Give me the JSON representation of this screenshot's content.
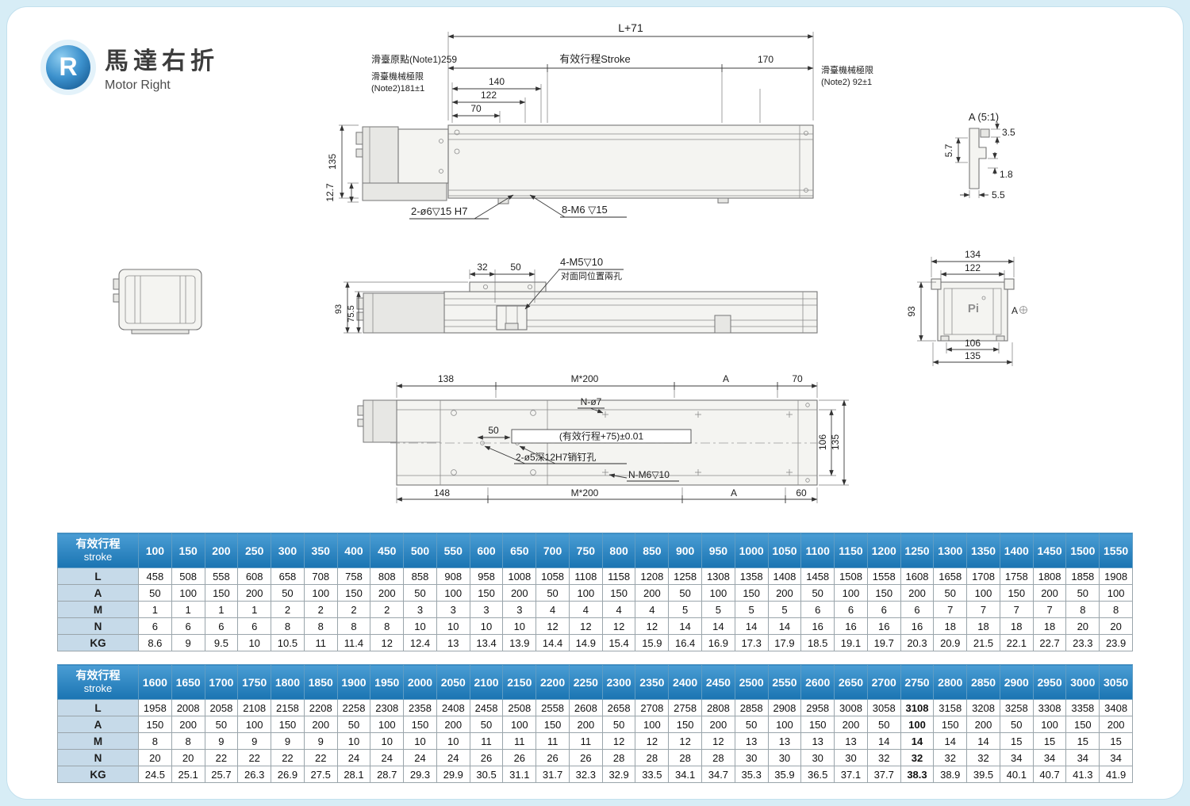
{
  "page": {
    "badge": "R",
    "title_zh": "馬達右折",
    "title_en": "Motor Right"
  },
  "colors": {
    "header_blue": "#1d7ec2",
    "page_bg": "#d7edf6",
    "badge_blue": "#2f86c4",
    "row_label_bg": "#c6dae9"
  },
  "top_view": {
    "dim_total": "L+71",
    "origin_label": "滑臺原點(Note1)259",
    "stroke_label": "有效行程Stroke",
    "dim_170": "170",
    "limit_left_line1": "滑臺機械極限",
    "limit_left_line2": "(Note2)181±1",
    "limit_right_line1": "滑臺機械極限",
    "limit_right_line2": "(Note2) 92±1",
    "dim_140": "140",
    "dim_122": "122",
    "dim_70": "70",
    "dim_135": "135",
    "dim_12_7": "12.7",
    "label_counterbore": "2-ø6▽15 H7",
    "label_tap": "8-M6 ▽15"
  },
  "detail_a": {
    "title": "A (5:1)",
    "dim_3_5": "3.5",
    "dim_5_7": "5.7",
    "dim_1_8": "1.8",
    "dim_5_5": "5.5"
  },
  "front_view": {
    "dim_32": "32",
    "dim_50": "50",
    "label_tap": "4-M5▽10",
    "label_tap_note": "对面同位置兩孔",
    "dim_93": "93",
    "dim_75_5": "75.5"
  },
  "end_view": {
    "dim_134": "134",
    "dim_122": "122",
    "dim_93": "93",
    "dim_106": "106",
    "dim_135": "135",
    "logo": "Pi",
    "view_label": "A"
  },
  "plan_view": {
    "dim_138": "138",
    "dim_m200_top": "M*200",
    "dim_a_top": "A",
    "dim_70": "70",
    "label_holes_top": "N-ø7",
    "dim_50": "50",
    "tolerance_label": "(有效行程+75)±0.01",
    "label_pin_holes": "2-ø5深12H7销钉孔",
    "label_holes_bottom": "N-M6▽10",
    "dim_148": "148",
    "dim_m200_bottom": "M*200",
    "dim_a_bottom": "A",
    "dim_60": "60",
    "dim_106": "106",
    "dim_135": "135"
  },
  "table1": {
    "header_zh": "有效行程",
    "header_en": "stroke",
    "columns": [
      "100",
      "150",
      "200",
      "250",
      "300",
      "350",
      "400",
      "450",
      "500",
      "550",
      "600",
      "650",
      "700",
      "750",
      "800",
      "850",
      "900",
      "950",
      "1000",
      "1050",
      "1100",
      "1150",
      "1200",
      "1250",
      "1300",
      "1350",
      "1400",
      "1450",
      "1500",
      "1550"
    ],
    "rows": [
      {
        "label": "L",
        "values": [
          "458",
          "508",
          "558",
          "608",
          "658",
          "708",
          "758",
          "808",
          "858",
          "908",
          "958",
          "1008",
          "1058",
          "1108",
          "1158",
          "1208",
          "1258",
          "1308",
          "1358",
          "1408",
          "1458",
          "1508",
          "1558",
          "1608",
          "1658",
          "1708",
          "1758",
          "1808",
          "1858",
          "1908"
        ]
      },
      {
        "label": "A",
        "values": [
          "50",
          "100",
          "150",
          "200",
          "50",
          "100",
          "150",
          "200",
          "50",
          "100",
          "150",
          "200",
          "50",
          "100",
          "150",
          "200",
          "50",
          "100",
          "150",
          "200",
          "50",
          "100",
          "150",
          "200",
          "50",
          "100",
          "150",
          "200",
          "50",
          "100"
        ]
      },
      {
        "label": "M",
        "values": [
          "1",
          "1",
          "1",
          "1",
          "2",
          "2",
          "2",
          "2",
          "3",
          "3",
          "3",
          "3",
          "4",
          "4",
          "4",
          "4",
          "5",
          "5",
          "5",
          "5",
          "6",
          "6",
          "6",
          "6",
          "7",
          "7",
          "7",
          "7",
          "8",
          "8"
        ]
      },
      {
        "label": "N",
        "values": [
          "6",
          "6",
          "6",
          "6",
          "8",
          "8",
          "8",
          "8",
          "10",
          "10",
          "10",
          "10",
          "12",
          "12",
          "12",
          "12",
          "14",
          "14",
          "14",
          "14",
          "16",
          "16",
          "16",
          "16",
          "18",
          "18",
          "18",
          "18",
          "20",
          "20"
        ]
      },
      {
        "label": "KG",
        "values": [
          "8.6",
          "9",
          "9.5",
          "10",
          "10.5",
          "11",
          "11.4",
          "12",
          "12.4",
          "13",
          "13.4",
          "13.9",
          "14.4",
          "14.9",
          "15.4",
          "15.9",
          "16.4",
          "16.9",
          "17.3",
          "17.9",
          "18.5",
          "19.1",
          "19.7",
          "20.3",
          "20.9",
          "21.5",
          "22.1",
          "22.7",
          "23.3",
          "23.9"
        ]
      }
    ]
  },
  "table2": {
    "header_zh": "有效行程",
    "header_en": "stroke",
    "bold_column": "2750",
    "columns": [
      "1600",
      "1650",
      "1700",
      "1750",
      "1800",
      "1850",
      "1900",
      "1950",
      "2000",
      "2050",
      "2100",
      "2150",
      "2200",
      "2250",
      "2300",
      "2350",
      "2400",
      "2450",
      "2500",
      "2550",
      "2600",
      "2650",
      "2700",
      "2750",
      "2800",
      "2850",
      "2900",
      "2950",
      "3000",
      "3050"
    ],
    "rows": [
      {
        "label": "L",
        "values": [
          "1958",
          "2008",
          "2058",
          "2108",
          "2158",
          "2208",
          "2258",
          "2308",
          "2358",
          "2408",
          "2458",
          "2508",
          "2558",
          "2608",
          "2658",
          "2708",
          "2758",
          "2808",
          "2858",
          "2908",
          "2958",
          "3008",
          "3058",
          "3108",
          "3158",
          "3208",
          "3258",
          "3308",
          "3358",
          "3408"
        ]
      },
      {
        "label": "A",
        "values": [
          "150",
          "200",
          "50",
          "100",
          "150",
          "200",
          "50",
          "100",
          "150",
          "200",
          "50",
          "100",
          "150",
          "200",
          "50",
          "100",
          "150",
          "200",
          "50",
          "100",
          "150",
          "200",
          "50",
          "100",
          "150",
          "200",
          "50",
          "100",
          "150",
          "200"
        ]
      },
      {
        "label": "M",
        "values": [
          "8",
          "8",
          "9",
          "9",
          "9",
          "9",
          "10",
          "10",
          "10",
          "10",
          "11",
          "11",
          "11",
          "11",
          "12",
          "12",
          "12",
          "12",
          "13",
          "13",
          "13",
          "13",
          "14",
          "14",
          "14",
          "14",
          "15",
          "15",
          "15",
          "15"
        ]
      },
      {
        "label": "N",
        "values": [
          "20",
          "20",
          "22",
          "22",
          "22",
          "22",
          "24",
          "24",
          "24",
          "24",
          "26",
          "26",
          "26",
          "26",
          "28",
          "28",
          "28",
          "28",
          "30",
          "30",
          "30",
          "30",
          "32",
          "32",
          "32",
          "32",
          "34",
          "34",
          "34",
          "34"
        ]
      },
      {
        "label": "KG",
        "values": [
          "24.5",
          "25.1",
          "25.7",
          "26.3",
          "26.9",
          "27.5",
          "28.1",
          "28.7",
          "29.3",
          "29.9",
          "30.5",
          "31.1",
          "31.7",
          "32.3",
          "32.9",
          "33.5",
          "34.1",
          "34.7",
          "35.3",
          "35.9",
          "36.5",
          "37.1",
          "37.7",
          "38.3",
          "38.9",
          "39.5",
          "40.1",
          "40.7",
          "41.3",
          "41.9"
        ]
      }
    ]
  }
}
